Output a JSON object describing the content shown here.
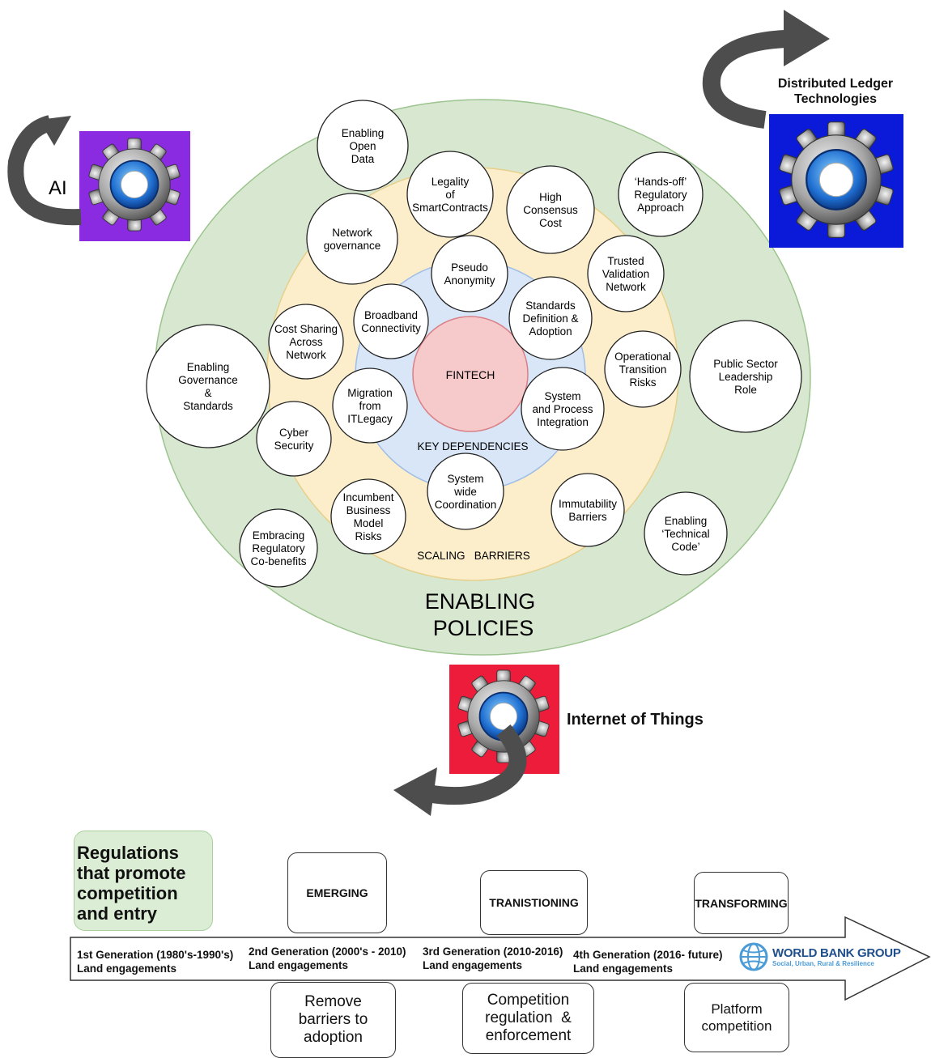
{
  "diagram": {
    "center": "FINTECH",
    "rings": {
      "key_dependencies": "KEY DEPENDENCIES",
      "scaling_barriers": "SCALING   BARRIERS",
      "enabling_policies": [
        "ENABLING",
        "POLICIES"
      ]
    },
    "nodes": [
      {
        "lines": [
          "Enabling",
          "Open",
          "Data"
        ]
      },
      {
        "lines": [
          "Legality",
          "of",
          "SmartContracts"
        ]
      },
      {
        "lines": [
          "High",
          "Consensus",
          "Cost"
        ]
      },
      {
        "lines": [
          "‘Hands-off’",
          "Regulatory",
          "Approach"
        ]
      },
      {
        "lines": [
          "Network",
          "governance"
        ]
      },
      {
        "lines": [
          "Pseudo",
          "Anonymity"
        ]
      },
      {
        "lines": [
          "Trusted",
          "Validation",
          "Network"
        ]
      },
      {
        "lines": [
          "Broadband",
          "Connectivity"
        ]
      },
      {
        "lines": [
          "Standards",
          "Definition &",
          "Adoption"
        ]
      },
      {
        "lines": [
          "Cost Sharing",
          "Across",
          "Network"
        ]
      },
      {
        "lines": [
          "Operational",
          "Transition",
          "Risks"
        ]
      },
      {
        "lines": [
          "Enabling",
          "Governance",
          "&",
          "Standards"
        ]
      },
      {
        "lines": [
          "Public Sector",
          "Leadership",
          "Role"
        ]
      },
      {
        "lines": [
          "Migration",
          "from",
          "ITLegacy"
        ]
      },
      {
        "lines": [
          "System",
          "and Process",
          "Integration"
        ]
      },
      {
        "lines": [
          "Cyber",
          "Security"
        ]
      },
      {
        "lines": [
          "System",
          "wide",
          "Coordination"
        ]
      },
      {
        "lines": [
          "Incumbent",
          "Business",
          "Model",
          "Risks"
        ]
      },
      {
        "lines": [
          "Immutability",
          "Barriers"
        ]
      },
      {
        "lines": [
          "Enabling",
          "‘Technical",
          "Code’"
        ]
      },
      {
        "lines": [
          "Embracing",
          "Regulatory",
          "Co-benefits"
        ]
      }
    ]
  },
  "technologies": {
    "ai": "AI",
    "dlt": [
      "Distributed Ledger",
      "Technologies"
    ],
    "iot": "Internet of Things",
    "colors": {
      "ai": "#8a2be2",
      "dlt": "#0a1ad8",
      "iot": "#ee1c3b"
    }
  },
  "timeline": {
    "callout": [
      "Regulations",
      "that promote",
      "competition",
      "and entry"
    ],
    "stages_top": [
      "EMERGING",
      "TRANISTIONING",
      "TRANSFORMING"
    ],
    "generations": [
      {
        "title": "1st Generation  (1980's-1990's)",
        "sub": "Land engagements"
      },
      {
        "title": "2nd Generation (2000's - 2010)",
        "sub": "Land engagements"
      },
      {
        "title": "3rd Generation (2010-2016)",
        "sub": "Land engagements"
      },
      {
        "title": "4th Generation (2016- future)",
        "sub": "Land engagements"
      }
    ],
    "stages_bottom": [
      [
        "Remove",
        "barriers to",
        "adoption"
      ],
      [
        "Competition",
        "regulation  &",
        "enforcement"
      ],
      [
        "Platform",
        "competition"
      ]
    ],
    "logo": {
      "title": "WORLD BANK GROUP",
      "subtitle": "Social, Urban, Rural & Resilience"
    }
  }
}
